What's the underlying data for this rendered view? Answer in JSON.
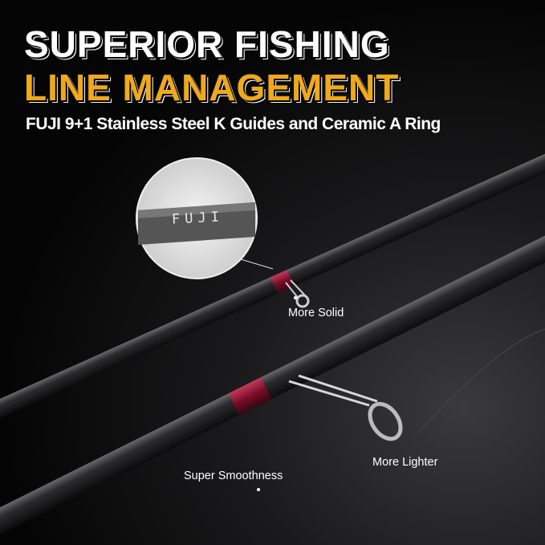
{
  "headline": {
    "line1": "SUPERIOR FISHING",
    "line2": "LINE MANAGEMENT"
  },
  "subtitle": "FUJI 9+1 Stainless Steel K Guides and Ceramic A Ring",
  "magnifier_text": "FUJI",
  "labels": {
    "solid": "More Solid",
    "lighter": "More Lighter",
    "smooth": "Super Smoothness"
  },
  "colors": {
    "accent": "#f0a81c",
    "wrap": "#8a1030"
  }
}
